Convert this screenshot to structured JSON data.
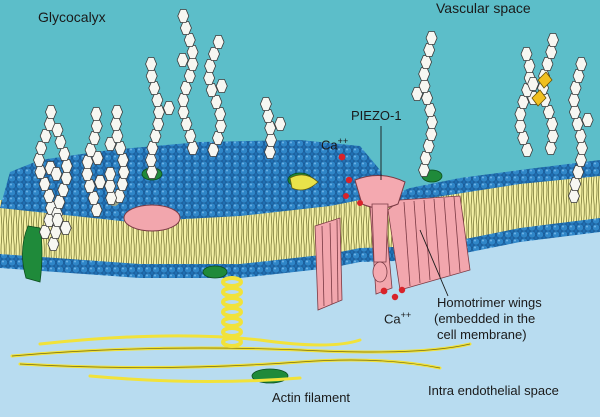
{
  "labels": {
    "glycocalyx": "Glycocalyx",
    "vascular_space": "Vascular space",
    "piezo": "PIEZO-1",
    "calcium_top": "Ca",
    "calcium_top_charge": "++",
    "calcium_bottom": "Ca",
    "calcium_bottom_charge": "++",
    "wings_line1": "Homotrimer wings",
    "wings_line2": "(embedded in the",
    "wings_line3": "cell membrane)",
    "actin": "Actin filament",
    "intra": "Intra endothelial space"
  },
  "colors": {
    "vascular_bg": "#5cbec9",
    "intra_bg": "#b8dcf0",
    "lipid_head": "#2e7fc0",
    "lipid_head_dark": "#1c5a92",
    "lipid_tail": "#f3ef9a",
    "piezo_pink": "#f2a6ad",
    "calcium_red": "#d8232a",
    "protein_green": "#1f8a3a",
    "actin_yellow": "#f1e23a",
    "glycan_white": "#f7f7f2",
    "glycan_gold": "#f0c020"
  }
}
